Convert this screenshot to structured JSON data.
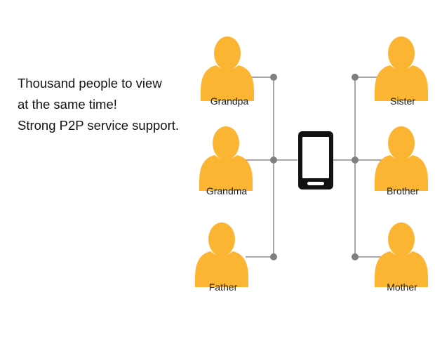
{
  "tagline": {
    "line1": "Thousand people to view",
    "line2": "at the same time!",
    "line3": "Strong P2P service support."
  },
  "colors": {
    "person": "#fcb433",
    "connector": "#8c8c8c",
    "node": "#7f7f7f",
    "device": "#111111"
  },
  "hub": {
    "name": "smartphone-icon"
  },
  "people": {
    "left": [
      {
        "id": "grandpa",
        "label": "Grandpa"
      },
      {
        "id": "grandma",
        "label": "Grandma"
      },
      {
        "id": "father",
        "label": "Father"
      }
    ],
    "right": [
      {
        "id": "sister",
        "label": "Sister"
      },
      {
        "id": "brother",
        "label": "Brother"
      },
      {
        "id": "mother",
        "label": "Mother"
      }
    ]
  }
}
